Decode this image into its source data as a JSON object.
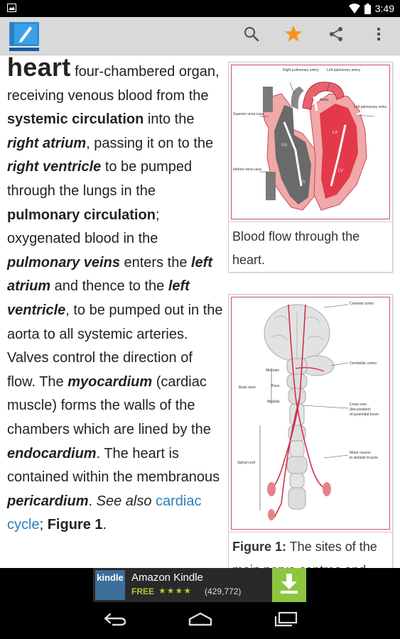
{
  "status_bar": {
    "time": "3:49",
    "icons": [
      "image-notification-icon",
      "wifi-icon",
      "battery-icon"
    ]
  },
  "action_bar": {
    "app_icon": "dictionary-book-icon",
    "actions": [
      "search-icon",
      "star-icon",
      "share-icon",
      "overflow-icon"
    ],
    "star_color": "#f7941d"
  },
  "article": {
    "headword": "heart",
    "t1": " four-chambered organ, receiving venous blood from the ",
    "b1": "systemic circulation",
    "t2": " into the ",
    "bi1": "right atrium",
    "t3": ", passing it on to the ",
    "bi2": "right ventricle",
    "t4": " to be pumped through the lungs in the ",
    "b2": "pulmonary circulation",
    "t5": "; oxygenated blood in the ",
    "bi3": "pulmonary veins",
    "t6": " enters the ",
    "bi4": "left atrium",
    "t7": " and thence to the ",
    "bi5": "left ventricle",
    "t8": ", to be pumped out in the aorta to all systemic arteries. Valves control the direction of flow. The ",
    "bi6": "myocardium",
    "t9": " (cardiac muscle) forms the walls of the chambers which are lined by the ",
    "bi7": "endocardium",
    "t10": ". The heart is contained within the membranous ",
    "bi8": "pericardium",
    "t11": ". ",
    "it1": "See also",
    "t12": " ",
    "link1": "cardiac cycle",
    "t13": "; ",
    "b3": "Figure 1",
    "t14": "."
  },
  "figures": [
    {
      "caption": "Blood flow through the heart.",
      "labels": {
        "right_pulmonary_artery": "Right pulmonary artery",
        "left_pulmonary_artery": "Left pulmonary artery",
        "aorta": "Aorta",
        "left_pulmonary_veins": "Left pulmonary veins",
        "superior_vena_cava": "Superior vena cava",
        "inferior_vena_cava": "Inferior vena cava",
        "ra": "RA",
        "la": "LA",
        "rv": "RV",
        "lv": "LV"
      }
    },
    {
      "caption_bold": "Figure 1:",
      "caption_text": " The sites of the main nerve centres and",
      "labels": {
        "cerebral_cortex": "Cerebral cortex",
        "cerebellar_cortex": "Cerebellar cortex",
        "brain_stem": "Brain stem",
        "midbrain": "Midbrain",
        "pons": "Pons",
        "medulla": "Medulla",
        "crossover_1": "Cross-over",
        "crossover_2": "(decussation)",
        "crossover_3": "of pyramidal tracts",
        "spinal_cord": "Spinal cord",
        "motor_1": "Motor neuron",
        "motor_2": "to skeletal muscle"
      }
    }
  ],
  "ad": {
    "icon_text": "kindle",
    "name": "Amazon Kindle",
    "price": "FREE",
    "stars": "★★★★",
    "rating_count": "(429,772)",
    "accent": "#8cc63f"
  },
  "nav_bar": {
    "buttons": [
      "back-icon",
      "home-icon",
      "recent-apps-icon"
    ]
  }
}
